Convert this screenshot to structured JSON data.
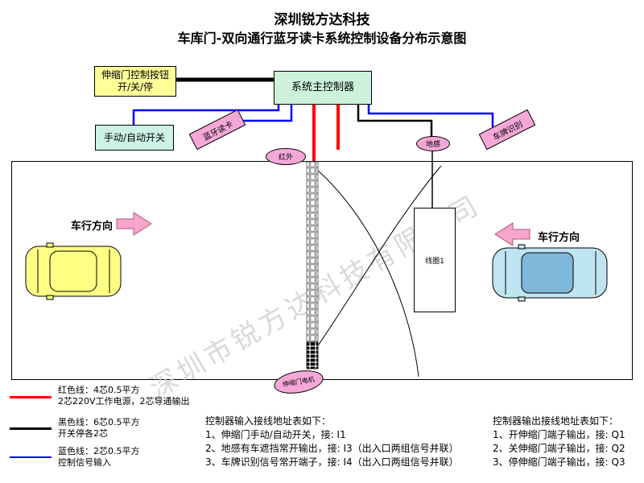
{
  "title": {
    "line1": "深圳锐方达科技",
    "line2": "车库门-双向通行蓝牙读卡系统控制设备分布示意图"
  },
  "boxes": {
    "button_box_line1": "伸缩门控制按钮",
    "button_box_line2": "开/关/停",
    "controller": "系统主控制器",
    "manual_auto_switch": "手动/自动开关"
  },
  "labels": {
    "bluetooth_reader": "蓝牙读卡",
    "plate_recognition": "车牌识别",
    "infrared": "红外",
    "ground_sensor": "地感",
    "gate_motor": "伸缩门电机",
    "coil1": "线圈1",
    "direction_left": "车行方向",
    "direction_right": "车行方向"
  },
  "watermark": "深圳市锐方达科技有限公司",
  "legend": [
    {
      "color": "#FF0000",
      "line1": "红色线：4芯0.5平方",
      "line2": "2芯220V工作电源，2芯导通输出"
    },
    {
      "color": "#000000",
      "line1": "黑色线：6芯0.5平方",
      "line2": "开关停各2芯"
    },
    {
      "color": "#0000FF",
      "line1": "蓝色线：2芯0.5平方",
      "line2": "控制信号输入"
    }
  ],
  "tables": {
    "input": {
      "header": "控制器输入接线地址表如下：",
      "rows": [
        "1、伸缩门手动/自动开关，接: I1",
        "2、地感有车遮挡常开输出，接: I3（出入口两组信号并联）",
        "3、车牌识别信号常开端子，接: I4（出入口两组信号并联）"
      ]
    },
    "output": {
      "header": "控制器输出接线地址表如下：",
      "rows": [
        "1、开伸缩门端子输出，接: Q1",
        "2、关伸缩门端子输出，接: Q2",
        "3、停伸缩门端子输出，接: Q3"
      ]
    }
  },
  "colors": {
    "box_yellow": "#FFFF99",
    "box_green": "#CCF2DC",
    "tag_pink": "#F5A8D8",
    "car_yellow": "#FFFF84",
    "car_blue": "#BFE4F2",
    "wire_red": "#FF0000",
    "wire_blue": "#0000FF",
    "wire_black": "#000000",
    "arrow_pink": "#F7A6CB"
  }
}
